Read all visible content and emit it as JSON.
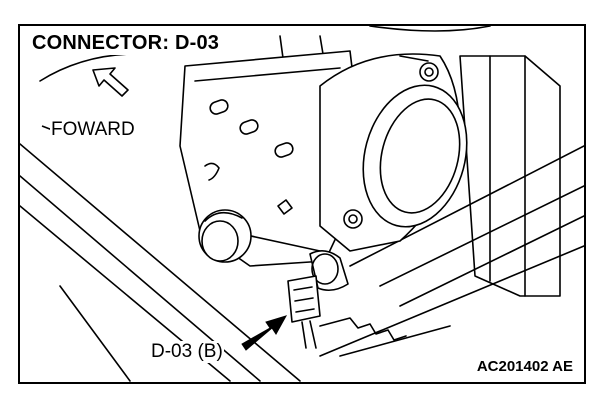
{
  "diagram": {
    "title": "CONNECTOR: D-03",
    "direction_label": "FOWARD",
    "connector_callout": "D-03 (B)",
    "figure_code": "AC201402 AE",
    "icons": [
      "forward-arrow-icon",
      "pointer-arrow-icon"
    ],
    "colors": {
      "line": "#000000",
      "background": "#ffffff"
    }
  }
}
